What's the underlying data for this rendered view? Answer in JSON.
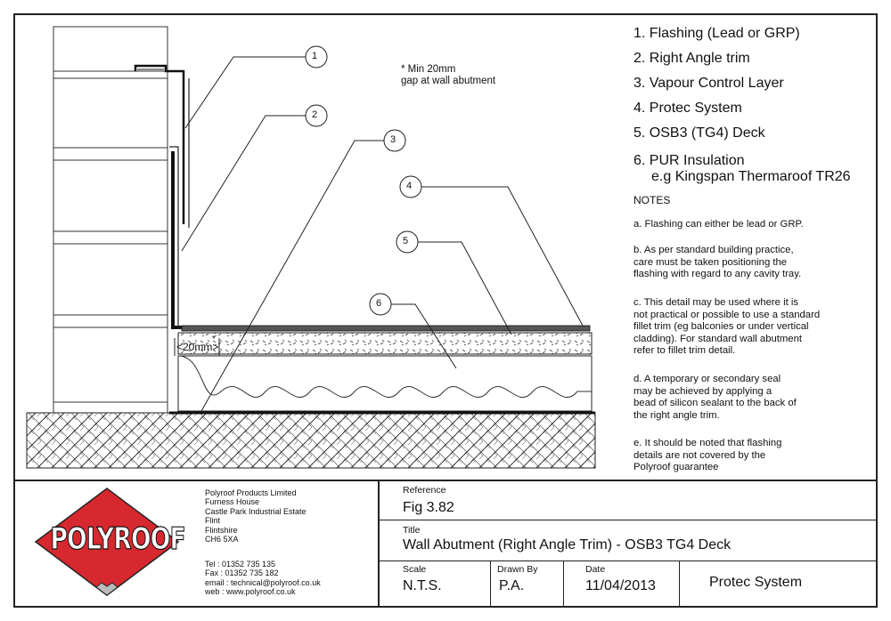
{
  "legend": [
    "1. Flashing (Lead or GRP)",
    "2. Right Angle trim",
    "3. Vapour Control Layer",
    "4. Protec System",
    "5. OSB3 (TG4) Deck",
    "6. PUR Insulation",
    "e.g Kingspan Thermaroof TR26"
  ],
  "gap_note": "* Min 20mm\ngap at wall abutment",
  "dimension_label": "<20mm>",
  "dimension_star": "*",
  "callouts": [
    "1",
    "2",
    "3",
    "4",
    "5",
    "6"
  ],
  "notes": {
    "heading": "NOTES",
    "items": [
      "a. Flashing can either be lead or GRP.",
      "b. As per standard building practice,\ncare must be taken positioning the\nflashing with regard to any cavity tray.",
      "c. This detail may be used where it is\nnot practical or possible to use a standard\nfillet trim (eg balconies or under vertical\ncladding). For standard wall abutment\nrefer to fillet trim detail.",
      "d. A temporary or secondary seal\nmay be achieved by applying a\nbead of silicon sealant to the back of\nthe right angle trim.",
      "e. It should be noted that flashing\ndetails are not covered by the\nPolyroof guarantee"
    ]
  },
  "title_block": {
    "logo_text": "POLYROOF",
    "company": "Polyroof Products Limited\nFurness House\nCastle Park Industrial Estate\nFlint\nFlintshire\nCH6 5XA",
    "contact": "Tel : 01352 735 135\nFax : 01352 735 182\nemail : technical@polyroof.co.uk\nweb : www.polyroof.co.uk",
    "reference_label": "Reference",
    "reference_value": "Fig 3.82",
    "title_label": "Title",
    "title_value": "Wall Abutment (Right Angle Trim) - OSB3 TG4 Deck",
    "scale_label": "Scale",
    "scale_value": "N.T.S.",
    "drawn_by_label": "Drawn By",
    "drawn_by_value": "P.A.",
    "date_label": "Date",
    "date_value": "11/04/2013",
    "system_value": "Protec System"
  },
  "colors": {
    "logo_red": "#d7282f",
    "line": "#222222"
  }
}
